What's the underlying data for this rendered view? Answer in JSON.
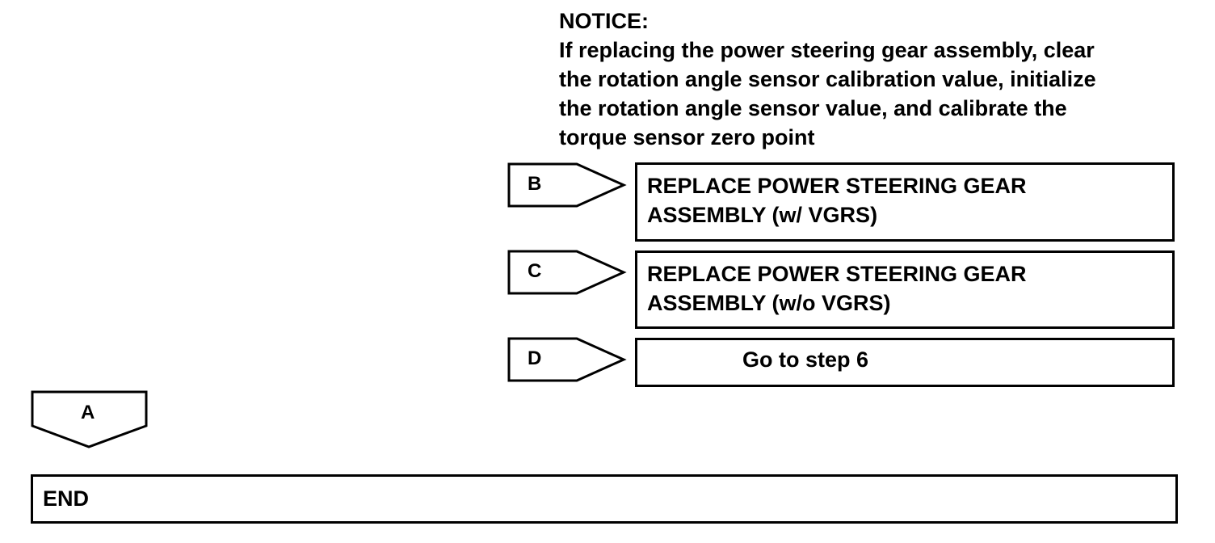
{
  "notice": {
    "heading": "NOTICE:",
    "lines": [
      "If replacing the power steering gear assembly, clear",
      "the rotation angle sensor calibration value, initialize",
      "the rotation angle sensor value, and calibrate the",
      "torque sensor zero point"
    ]
  },
  "branches": [
    {
      "tag": "B",
      "action_lines": [
        "REPLACE POWER STEERING GEAR",
        "ASSEMBLY (w/ VGRS)"
      ]
    },
    {
      "tag": "C",
      "action_lines": [
        "REPLACE POWER STEERING GEAR",
        "ASSEMBLY (w/o VGRS)"
      ]
    },
    {
      "tag": "D",
      "action_lines": [
        "Go to step 6"
      ]
    }
  ],
  "result_a": {
    "tag": "A"
  },
  "end": {
    "label": "END"
  }
}
